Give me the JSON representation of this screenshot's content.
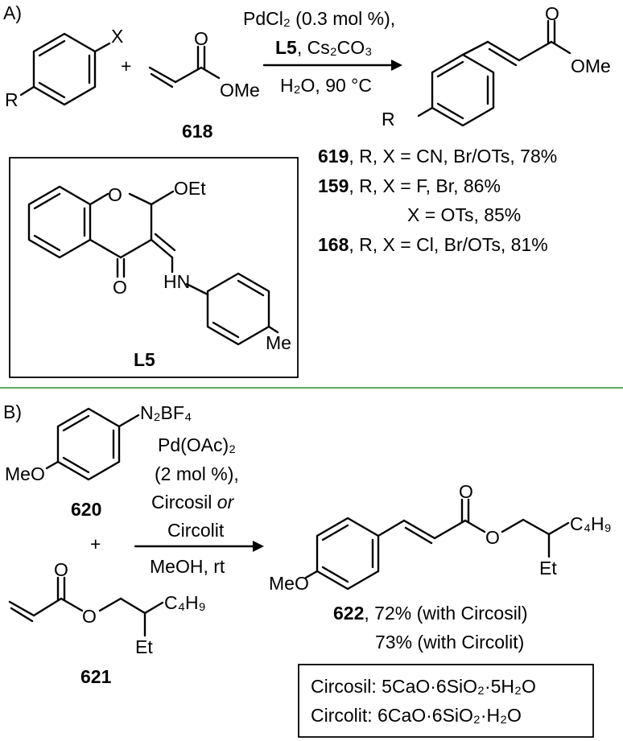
{
  "panelA": {
    "label": "A)",
    "aryl_X": "X",
    "aryl_R": "R",
    "plus": "+",
    "acrylate_O": "O",
    "acrylate_OMe": "OMe",
    "acrylate_id": "618",
    "cond_line1": "PdCl₂ (0.3 mol %),",
    "cond_ligand": "L5",
    "cond_base": ", Cs₂CO₃",
    "cond_line3": "H₂O, 90 °C",
    "product_O": "O",
    "product_OMe": "OMe",
    "product_R": "R",
    "results": [
      {
        "id": "619",
        "text": ", R, X = CN, Br/OTs, 78%"
      },
      {
        "id": "159",
        "text": ", R, X = F, Br, 86%"
      },
      {
        "id": "",
        "text": "X = OTs, 85%"
      },
      {
        "id": "168",
        "text": ", R, X = Cl, Br/OTs, 81%"
      }
    ],
    "ligand": {
      "ring_O": "O",
      "OEt": "OEt",
      "keto_O": "O",
      "HN": "HN",
      "Me": "Me",
      "name": "L5"
    }
  },
  "panelB": {
    "label": "B)",
    "diazonium": "N₂BF₄",
    "MeO": "MeO",
    "diazonium_id": "620",
    "plus": "+",
    "ester_O_carbonyl": "O",
    "ester_O": "O",
    "ester_C4H9": "C₄H₉",
    "ester_Et": "Et",
    "ester_id": "621",
    "cond_line1": "Pd(OAc)₂",
    "cond_line2": "(2 mol %),",
    "cond_line3_a": "Circosil ",
    "cond_line3_b": "or",
    "cond_line4": "Circolit",
    "cond_line5": "MeOH, rt",
    "product_MeO": "MeO",
    "product_O_carbonyl": "O",
    "product_O": "O",
    "product_C4H9": "C₄H₉",
    "product_Et": "Et",
    "product_id": "622",
    "yield1": ", 72% (with Circosil)",
    "yield2": "73% (with Circolit)",
    "circosil": "Circosil: 5CaO·6SiO₂·5H₂O",
    "circolit": "Circolit: 6CaO·6SiO₂·H₂O"
  },
  "colors": {
    "divider": "#2e8b2e",
    "ink": "#000000"
  }
}
